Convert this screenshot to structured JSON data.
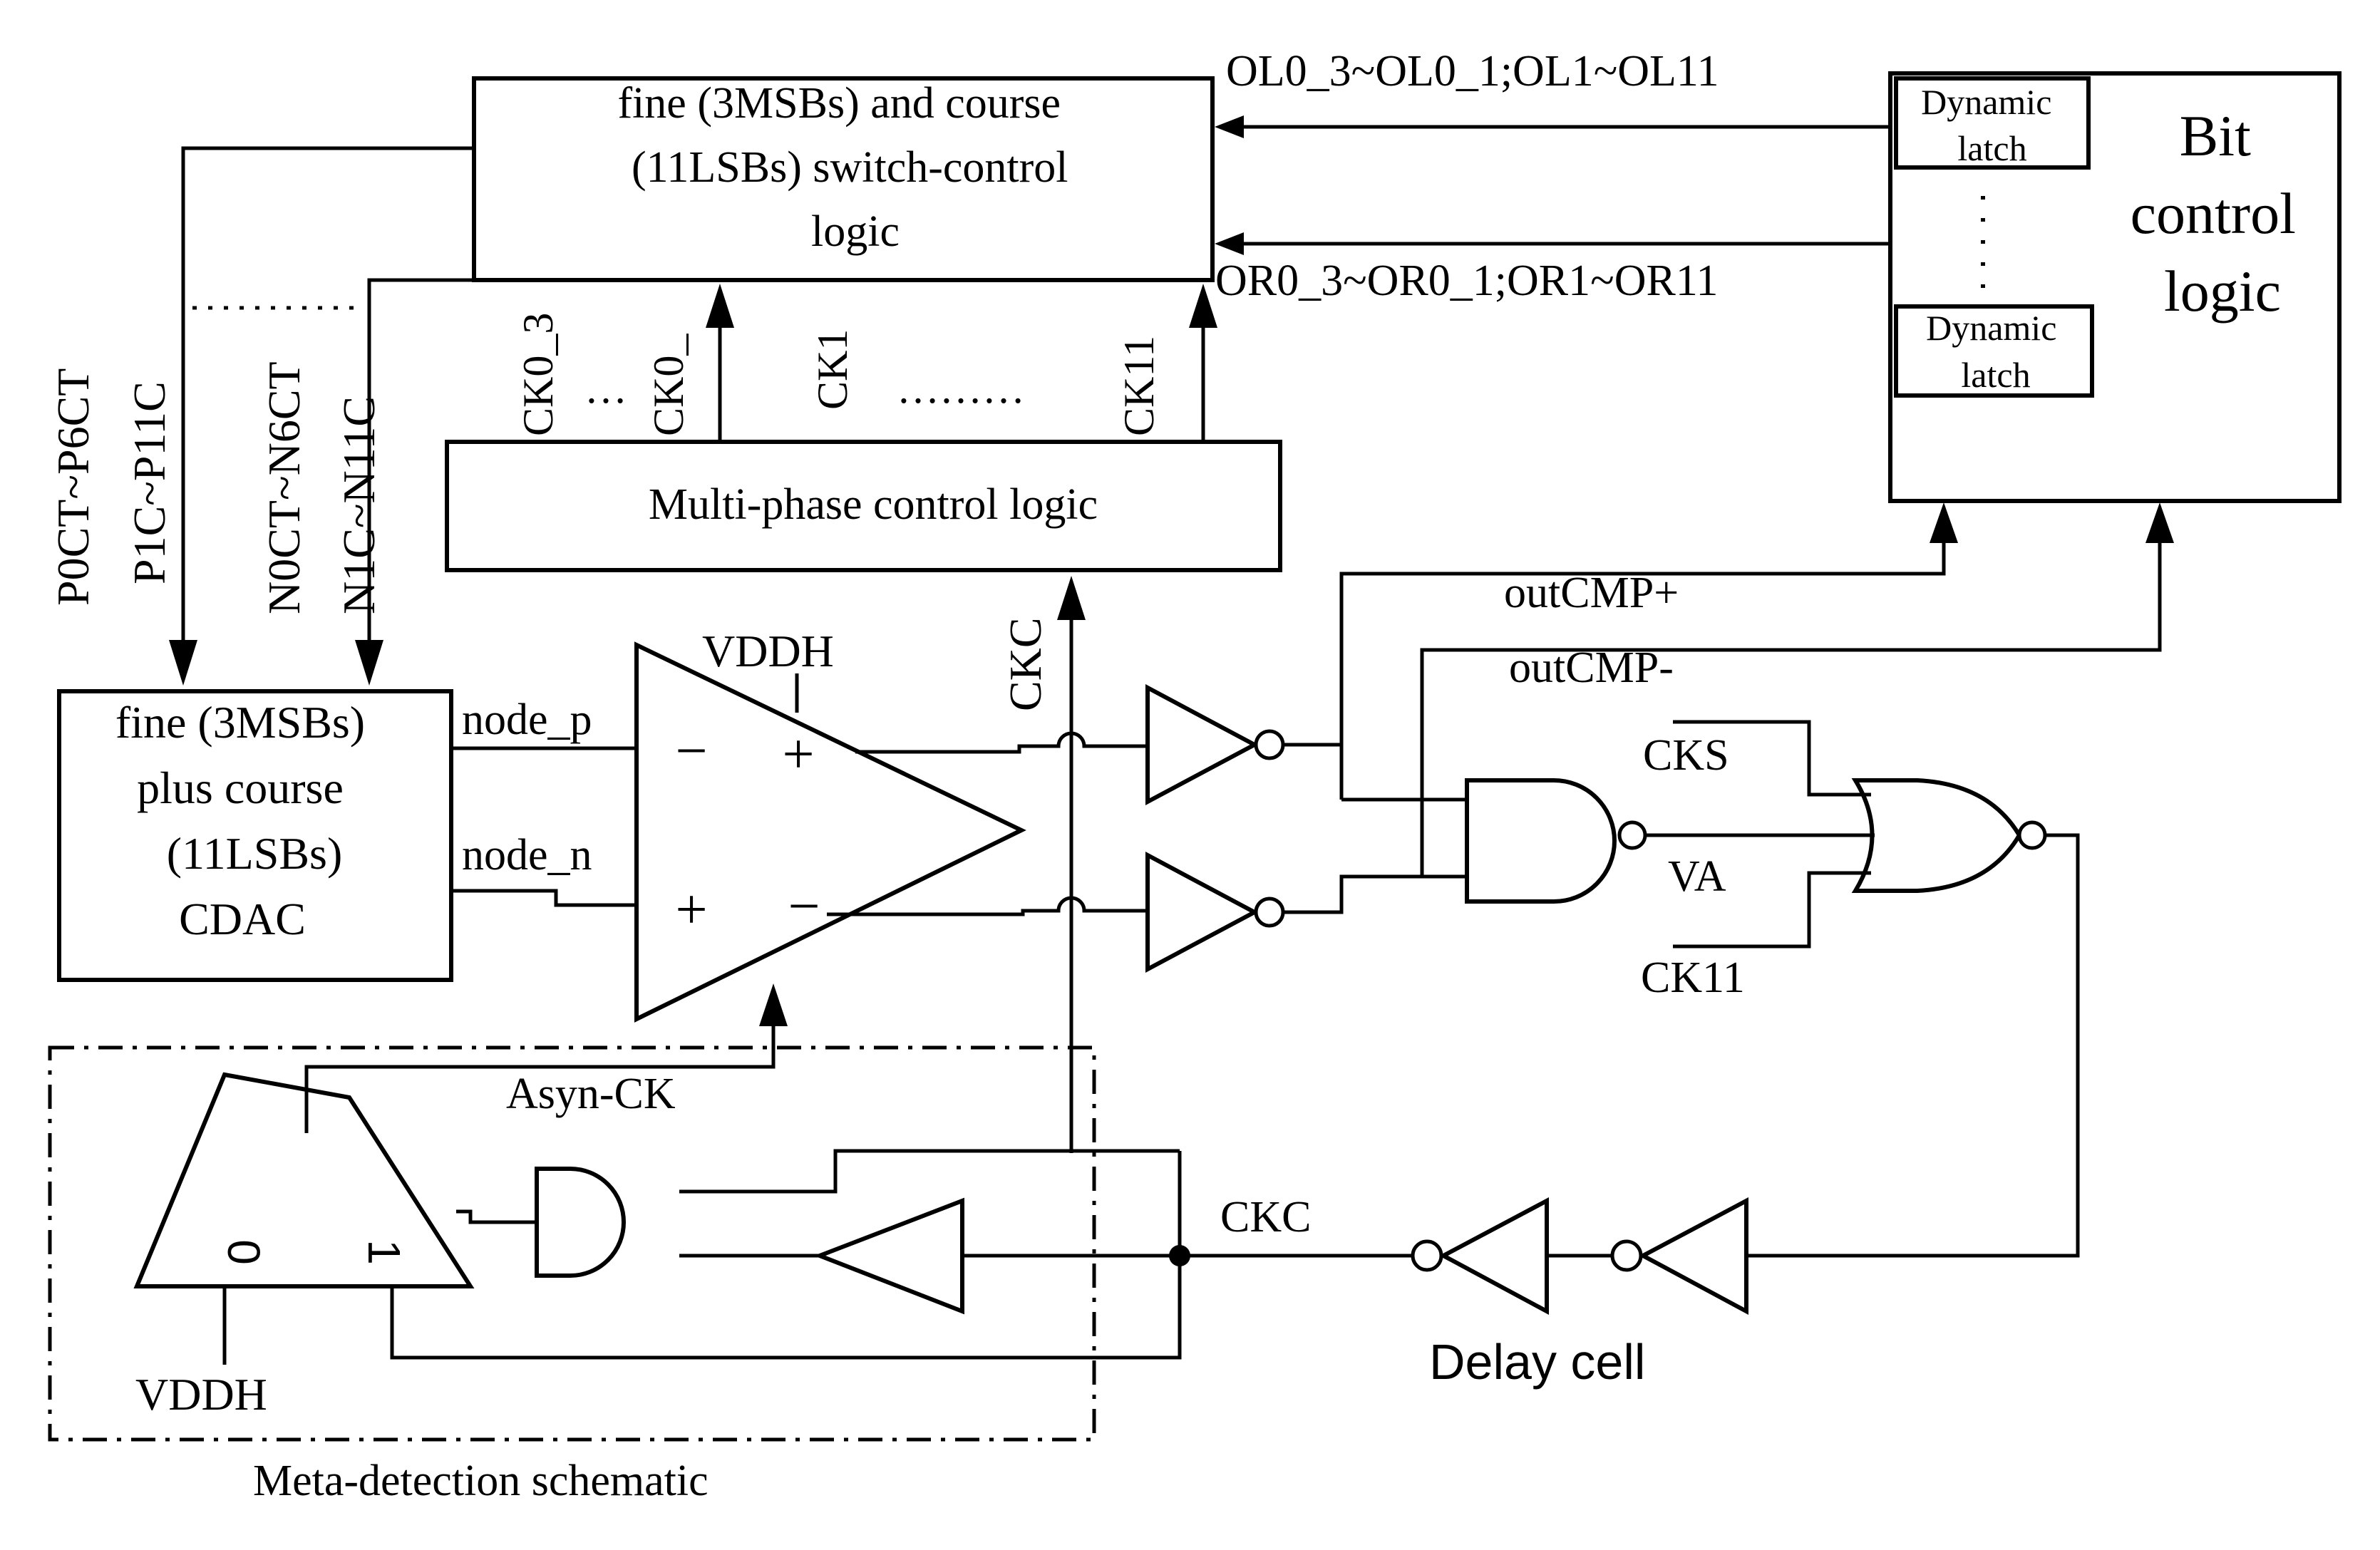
{
  "blocks": {
    "switch_logic": [
      "fine (3MSBs) and course",
      "(11LSBs) switch-control",
      "logic"
    ],
    "cdac": [
      "fine (3MSBs)",
      "plus course",
      "(11LSBs)",
      "CDAC"
    ],
    "multiphase": "Multi-phase control logic",
    "bit_control": [
      "Bit",
      "control",
      "logic"
    ],
    "dyn_latch_top": [
      "Dynamic",
      "latch"
    ],
    "dyn_latch_bottom": [
      "Dynamic",
      "latch"
    ],
    "meta_detection": "Meta-detection schematic",
    "delay_cell": "Delay cell"
  },
  "signals": {
    "ol_bus": "OL0_3~OL0_1;OL1~OL11",
    "or_bus": "OR0_3~OR0_1;OR1~OR11",
    "p_bus_1": "P0CT~P6CT",
    "p_bus_2": "P1C~P11C",
    "n_bus_1": "N0CT~N6CT",
    "n_bus_2": "N1C~N11C",
    "ck0_3": "CK0_3",
    "ck_dots": "…",
    "ck0_1": "CK0_",
    "ck1": "CK1",
    "ck_mid_dots": "………",
    "ck11_v": "CK11",
    "ckc_v": "CKC",
    "vddh_comp": "VDDH",
    "node_p": "node_p",
    "node_n": "node_n",
    "outcmp_p": "outCMP+",
    "outcmp_n": "outCMP-",
    "cks": "CKS",
    "va": "VA",
    "ck11": "CK11",
    "asyn_ck": "Asyn-CK",
    "ckc": "CKC",
    "vddh_mux": "VDDH",
    "mux_0": "0",
    "mux_1": "1",
    "comp_minus_top": "−",
    "comp_plus_top": "+",
    "comp_plus_bottom": "+",
    "comp_minus_bottom": "−"
  }
}
